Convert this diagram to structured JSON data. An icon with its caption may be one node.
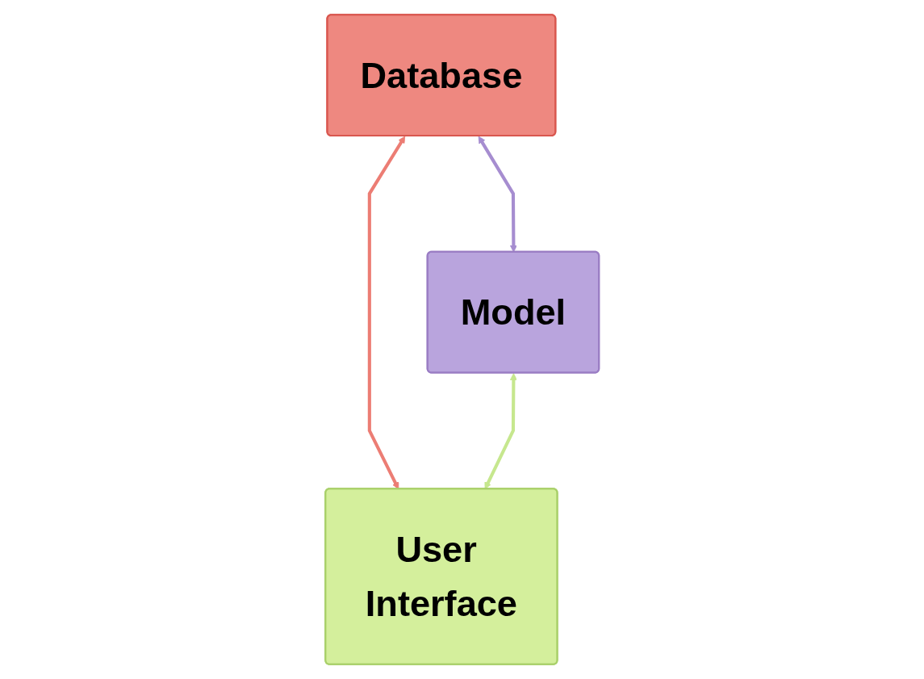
{
  "diagram": {
    "nodes": [
      {
        "text": [
          "Database"
        ]
      },
      {
        "text": [
          "Model"
        ]
      },
      {
        "text": [
          "User Interface"
        ]
      }
    ],
    "edges": [
      {
        "from": 0,
        "to": 1,
        "arrow": "both",
        "color": "#a68dd0"
      },
      {
        "from": 0,
        "to": 2,
        "arrow": "both",
        "color": "#ec7d74"
      },
      {
        "from": 1,
        "to": 2,
        "arrow": "both",
        "color": "#c6e78e"
      }
    ]
  }
}
